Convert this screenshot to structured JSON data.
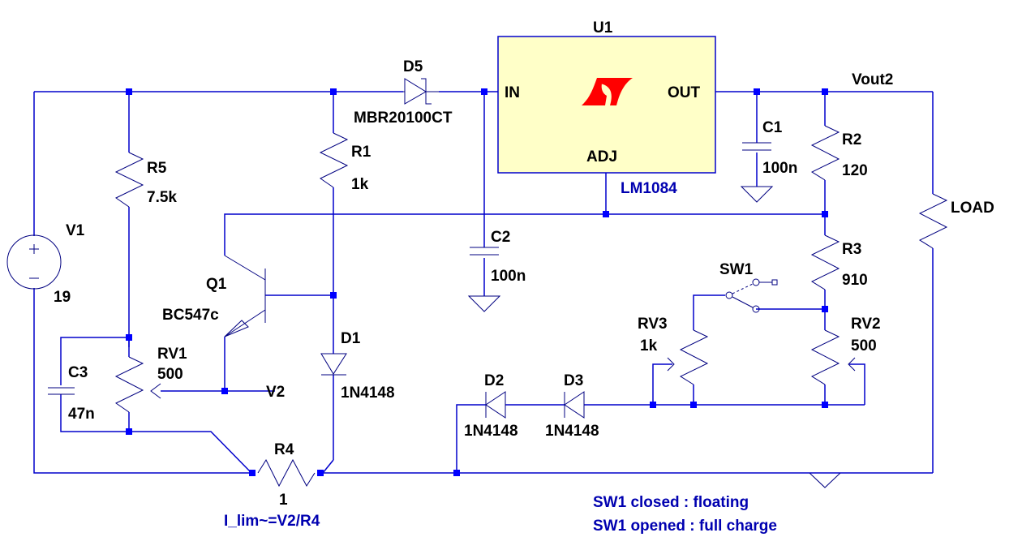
{
  "schematic": {
    "components": {
      "V1": {
        "ref": "V1",
        "value": "19"
      },
      "R5": {
        "ref": "R5",
        "value": "7.5k"
      },
      "R1": {
        "ref": "R1",
        "value": "1k"
      },
      "D5": {
        "ref": "D5",
        "value": "MBR20100CT"
      },
      "U1": {
        "ref": "U1",
        "value": "LM1084",
        "pin_in": "IN",
        "pin_out": "OUT",
        "pin_adj": "ADJ"
      },
      "C1": {
        "ref": "C1",
        "value": "100n"
      },
      "C2": {
        "ref": "C2",
        "value": "100n"
      },
      "R2": {
        "ref": "R2",
        "value": "120"
      },
      "R3": {
        "ref": "R3",
        "value": "910"
      },
      "LOAD": {
        "ref": "LOAD"
      },
      "Q1": {
        "ref": "Q1",
        "value": "BC547c"
      },
      "D1": {
        "ref": "D1",
        "value": "1N4148"
      },
      "RV1": {
        "ref": "RV1",
        "value": "500"
      },
      "C3": {
        "ref": "C3",
        "value": "47n"
      },
      "R4": {
        "ref": "R4",
        "value": "1"
      },
      "SW1": {
        "ref": "SW1"
      },
      "RV3": {
        "ref": "RV3",
        "value": "1k"
      },
      "RV2": {
        "ref": "RV2",
        "value": "500"
      },
      "D2": {
        "ref": "D2",
        "value": "1N4148"
      },
      "D3": {
        "ref": "D3",
        "value": "1N4148"
      }
    },
    "net_labels": {
      "vout2": "Vout2",
      "v2": "V2"
    },
    "notes": {
      "ilim": "I_lim~=V2/R4",
      "sw_closed": "SW1 closed : floating",
      "sw_opened": "SW1 opened : full charge"
    },
    "colors": {
      "wire": "#0000cc",
      "junction": "#0000ff",
      "ic_fill": "#ffffc8",
      "logo": "#ff0000",
      "note": "#0000b0"
    }
  }
}
